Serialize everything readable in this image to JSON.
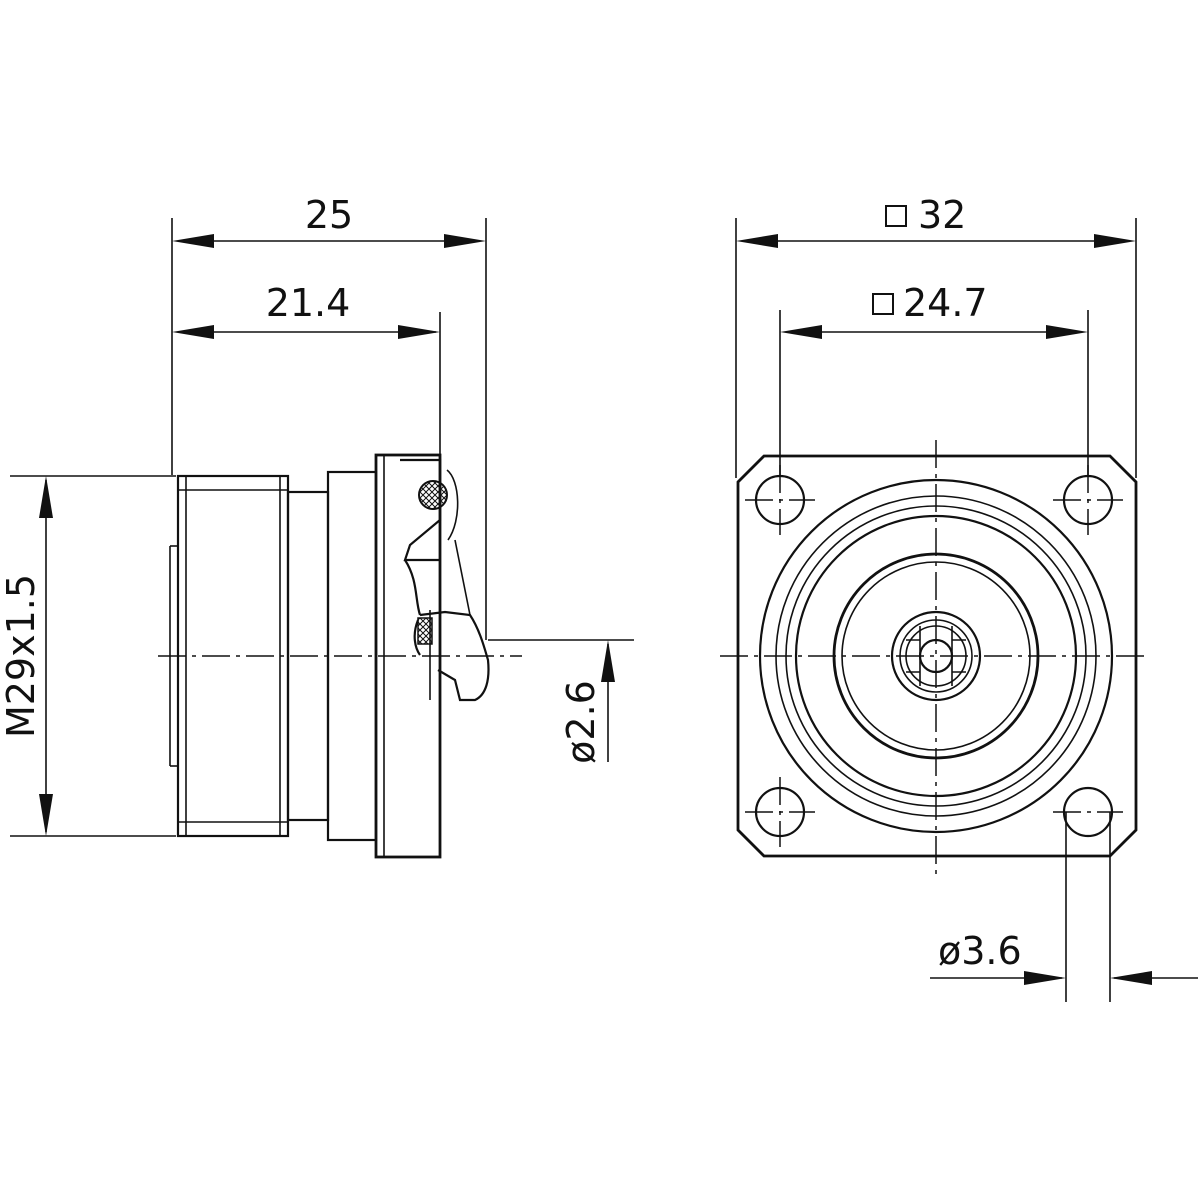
{
  "dimensions": {
    "side_overall_length": "25",
    "side_body_length": "21.4",
    "thread": "M29x1.5",
    "pin_diameter": "ø2.6",
    "flange_square": "32",
    "hole_pitch_square": "24.7",
    "mount_hole_diameter": "ø3.6"
  }
}
